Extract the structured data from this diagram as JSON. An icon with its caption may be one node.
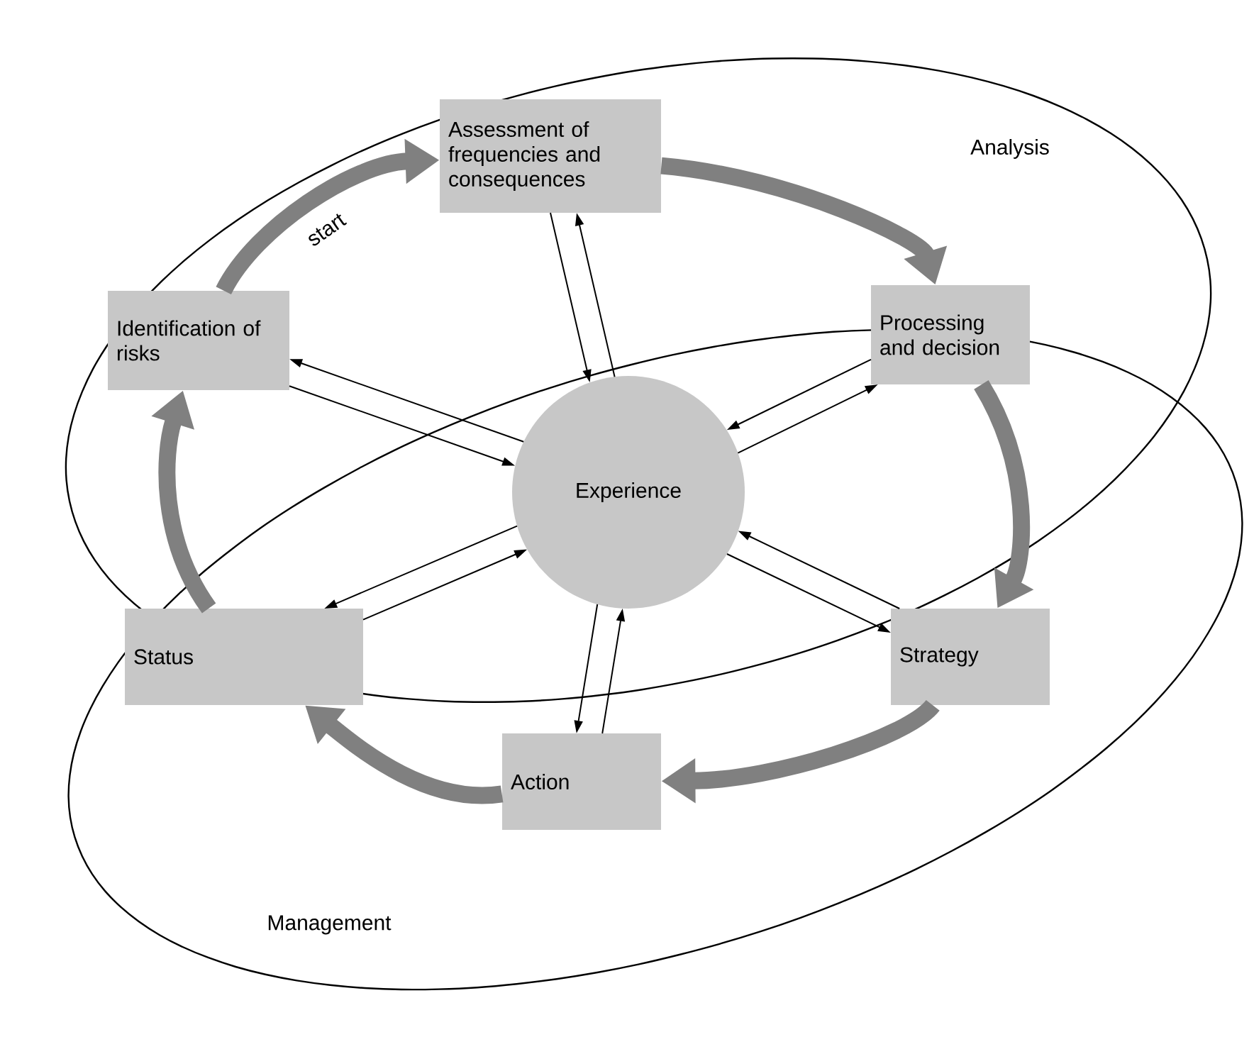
{
  "diagram": {
    "nodes": [
      {
        "text": [
          "Identification of risks"
        ]
      },
      {
        "text": [
          "Assessment of frequencies and consequences"
        ]
      },
      {
        "text": [
          "Processing and decision"
        ]
      },
      {
        "text": [
          "Experience"
        ]
      },
      {
        "text": [
          "Strategy"
        ]
      },
      {
        "text": [
          "Action"
        ]
      },
      {
        "text": [
          "Status"
        ]
      }
    ],
    "edges": [
      {
        "from": 0,
        "to": 1,
        "arrow": "to",
        "label": "start",
        "style": "thick",
        "color": "#808080"
      },
      {
        "from": 1,
        "to": 2,
        "arrow": "to",
        "style": "thick",
        "color": "#808080"
      },
      {
        "from": 2,
        "to": 4,
        "arrow": "to",
        "style": "thick",
        "color": "#808080"
      },
      {
        "from": 4,
        "to": 5,
        "arrow": "to",
        "style": "thick",
        "color": "#808080"
      },
      {
        "from": 5,
        "to": 6,
        "arrow": "to",
        "style": "thick",
        "color": "#808080"
      },
      {
        "from": 6,
        "to": 0,
        "arrow": "to",
        "style": "thick",
        "color": "#808080"
      },
      {
        "from": 3,
        "to": 1,
        "arrow": "to"
      },
      {
        "from": 1,
        "to": 3,
        "arrow": "to"
      },
      {
        "from": 0,
        "to": 3,
        "arrow": "to"
      },
      {
        "from": 3,
        "to": 0,
        "arrow": "to"
      },
      {
        "from": 2,
        "to": 3,
        "arrow": "to"
      },
      {
        "from": 3,
        "to": 2,
        "arrow": "to"
      },
      {
        "from": 3,
        "to": 4,
        "arrow": "to"
      },
      {
        "from": 4,
        "to": 3,
        "arrow": "to"
      },
      {
        "from": 5,
        "to": 3,
        "arrow": "to"
      },
      {
        "from": 3,
        "to": 5,
        "arrow": "to"
      },
      {
        "from": 6,
        "to": 3,
        "arrow": "to"
      },
      {
        "from": 3,
        "to": 6,
        "arrow": "to"
      }
    ],
    "labels": [
      "Analysis",
      "Management"
    ]
  }
}
